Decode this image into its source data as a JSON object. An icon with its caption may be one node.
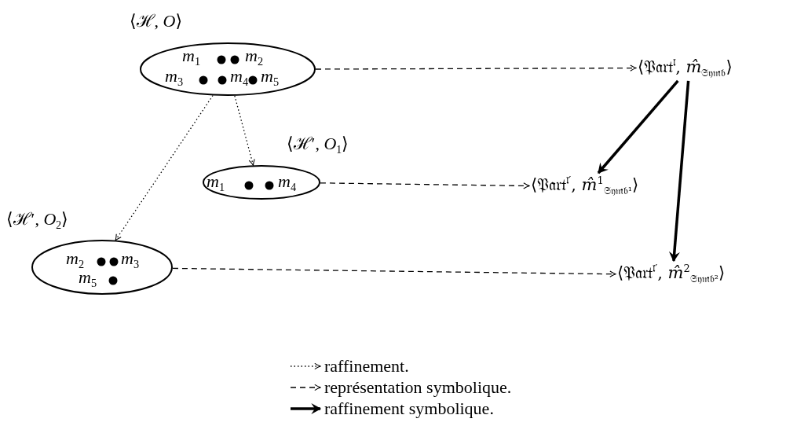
{
  "diagram": {
    "nodes": [
      {
        "text": [
          "*m*$_{1}$",
          "*m*$_{2}$",
          "*m*$_{3}$",
          "*m*$_{4}$",
          "*m*$_{5}$"
        ],
        "beside": [
          "⟨ℋ, *O*⟩"
        ]
      },
      {
        "text": [
          "*m*$_{1}$",
          "*m*$_{4}$"
        ],
        "beside": [
          "⟨ℋ′, *O*$_{1}$⟩"
        ]
      },
      {
        "text": [
          "*m*$_{2}$",
          "*m*$_{3}$",
          "*m*$_{5}$"
        ],
        "beside": [
          "⟨ℋ′, *O*$_{2}$⟩"
        ]
      },
      {
        "text": [
          "⟨𝔓𝔞𝔯𝔱$^{𝔩}$, *m̂*$_{𝔖𝔶𝔪𝔟}$⟩"
        ]
      },
      {
        "text": [
          "⟨𝔓𝔞𝔯𝔱$^{𝔩′}$, *m̂*$^{1}$$_{𝔖𝔶𝔪𝔟¹}$⟩"
        ]
      },
      {
        "text": [
          "⟨𝔓𝔞𝔯𝔱$^{𝔩′}$, *m̂*$^{2}$$_{𝔖𝔶𝔪𝔟²}$⟩"
        ]
      }
    ],
    "edges": [
      {
        "from": 0,
        "to": 1,
        "arrow": "to",
        "style": "dashed"
      },
      {
        "from": 0,
        "to": 2,
        "arrow": "to",
        "style": "dashed"
      },
      {
        "from": 0,
        "to": 3,
        "arrow": "to",
        "style": "dashed"
      },
      {
        "from": 1,
        "to": 4,
        "arrow": "to",
        "style": "dashed"
      },
      {
        "from": 2,
        "to": 5,
        "arrow": "to",
        "style": "dashed"
      },
      {
        "from": 3,
        "to": 4,
        "arrow": "to",
        "style": "thick"
      },
      {
        "from": 3,
        "to": 5,
        "arrow": "to",
        "style": "thick"
      }
    ],
    "legend": [
      {
        "text": "raffinement."
      },
      {
        "text": "représentation symbolique."
      },
      {
        "text": "raffinement symbolique."
      }
    ]
  }
}
